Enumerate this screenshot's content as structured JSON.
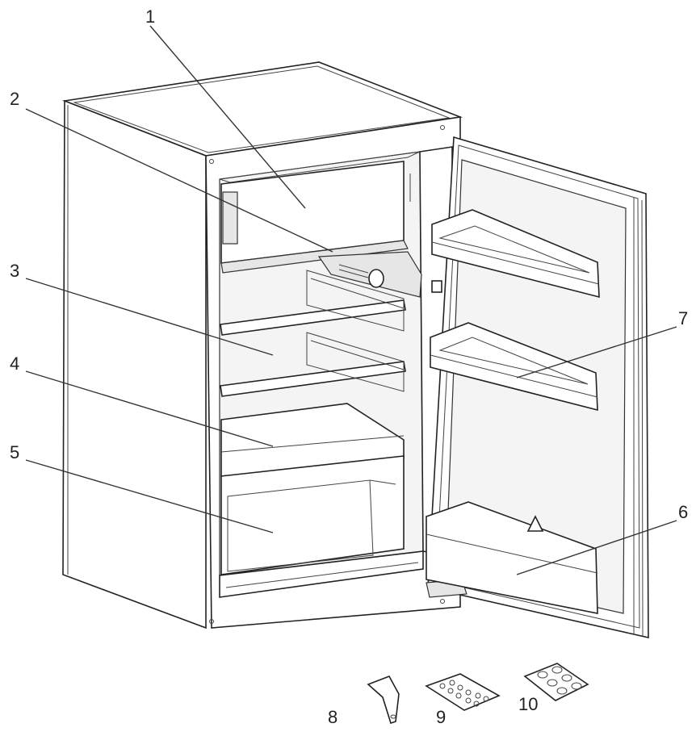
{
  "callouts": [
    {
      "id": "1",
      "text": "1"
    },
    {
      "id": "2",
      "text": "2"
    },
    {
      "id": "3",
      "text": "3"
    },
    {
      "id": "4",
      "text": "4"
    },
    {
      "id": "5",
      "text": "5"
    },
    {
      "id": "6",
      "text": "6"
    },
    {
      "id": "7",
      "text": "7"
    },
    {
      "id": "8",
      "text": "8"
    },
    {
      "id": "9",
      "text": "9"
    },
    {
      "id": "10",
      "text": "10"
    }
  ],
  "colors": {
    "line": "#333333",
    "background": "#ffffff"
  }
}
